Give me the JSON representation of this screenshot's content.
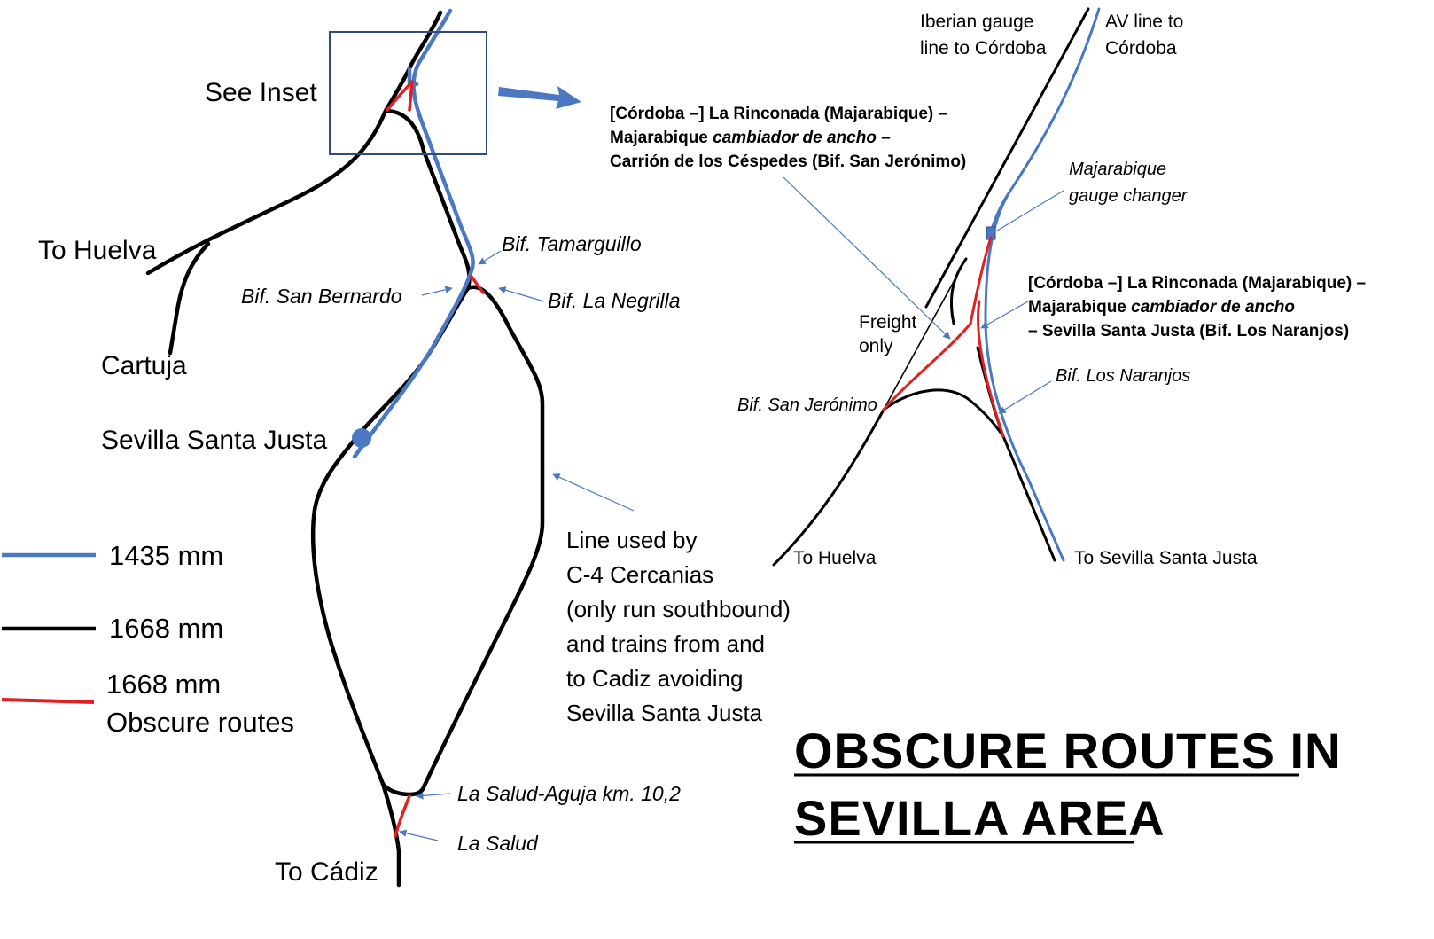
{
  "colors": {
    "standard_gauge": "#4a78c2",
    "iberian_gauge": "#000000",
    "obscure": "#e41f1f",
    "pointer": "#4a78c2",
    "inset_box": "#2f4c7e"
  },
  "main_map": {
    "see_inset": "See Inset",
    "to_huelva": "To Huelva",
    "cartuja": "Cartuja",
    "santa_justa": "Sevilla Santa Justa",
    "to_cadiz": "To Cádiz",
    "bif_tamarguillo": "Bif. Tamarguillo",
    "bif_san_bernardo": "Bif. San Bernardo",
    "bif_la_negrilla": "Bif. La Negrilla",
    "la_salud_aguja": "La Salud-Aguja km. 10,2",
    "la_salud": "La Salud",
    "c4_note": [
      "Line used by",
      "C-4 Cercanias",
      "(only run southbound)",
      "and trains from and",
      "to Cadiz avoiding",
      "Sevilla Santa Justa"
    ]
  },
  "legend": {
    "items": [
      {
        "label": "1435 mm",
        "color_key": "standard_gauge"
      },
      {
        "label": "1668 mm",
        "color_key": "iberian_gauge"
      },
      {
        "label": "1668 mm",
        "label2": "Obscure routes",
        "color_key": "obscure"
      }
    ]
  },
  "inset": {
    "iberian_line": [
      "Iberian gauge",
      "line to Córdoba"
    ],
    "av_line": [
      "AV line to",
      "Córdoba"
    ],
    "route1": {
      "line1_a": "[Córdoba –] La Rinconada (Majarabique) –",
      "line2_a": "Majarabique ",
      "line2_b": "cambiador de ancho",
      "line2_c": " –",
      "line3_a": "Carrión de los Céspedes (Bif. San Jerónimo)"
    },
    "gauge_changer": [
      "Majarabique",
      "gauge changer"
    ],
    "route2": {
      "line1_a": "[Córdoba –] La Rinconada (Majarabique) –",
      "line2_a": "Majarabique ",
      "line2_b": "cambiador de ancho",
      "line3_a": "– Sevilla Santa Justa (Bif. Los Naranjos)"
    },
    "freight_only": [
      "Freight",
      "only"
    ],
    "bif_los_naranjos": "Bif. Los Naranjos",
    "bif_san_jeronimo": "Bif. San Jerónimo",
    "to_huelva": "To Huelva",
    "to_santa_justa": "To Sevilla Santa Justa"
  },
  "title": {
    "line1": "OBSCURE ROUTES IN ",
    "line2": "SEVILLA  AREA"
  }
}
